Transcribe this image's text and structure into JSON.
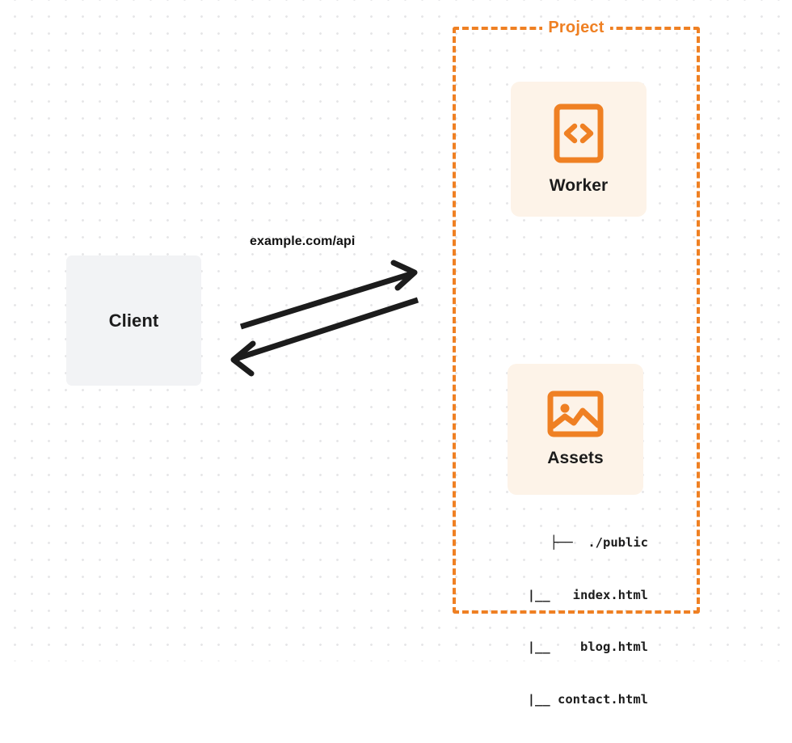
{
  "diagram": {
    "background": {
      "grid_dot_color": "#e6e6e8",
      "page_color": "#ffffff"
    },
    "accent_color": "#ef8023",
    "card_color": "#fdf3e8",
    "client": {
      "label": "Client",
      "box_color": "#f2f3f5"
    },
    "project": {
      "title": "Project",
      "border_color": "#ef8023",
      "nodes": [
        {
          "label": "Worker",
          "icon": "code-brackets-icon"
        },
        {
          "label": "Assets",
          "icon": "image-icon"
        }
      ],
      "file_tree": [
        "├──  ./public",
        "|__   index.html",
        "|__    blog.html",
        "|__ contact.html"
      ]
    },
    "connection": {
      "label": "example.com/api",
      "request_direction": "client-to-project",
      "response_direction": "project-to-client",
      "line_color": "#1c1c1c"
    }
  }
}
